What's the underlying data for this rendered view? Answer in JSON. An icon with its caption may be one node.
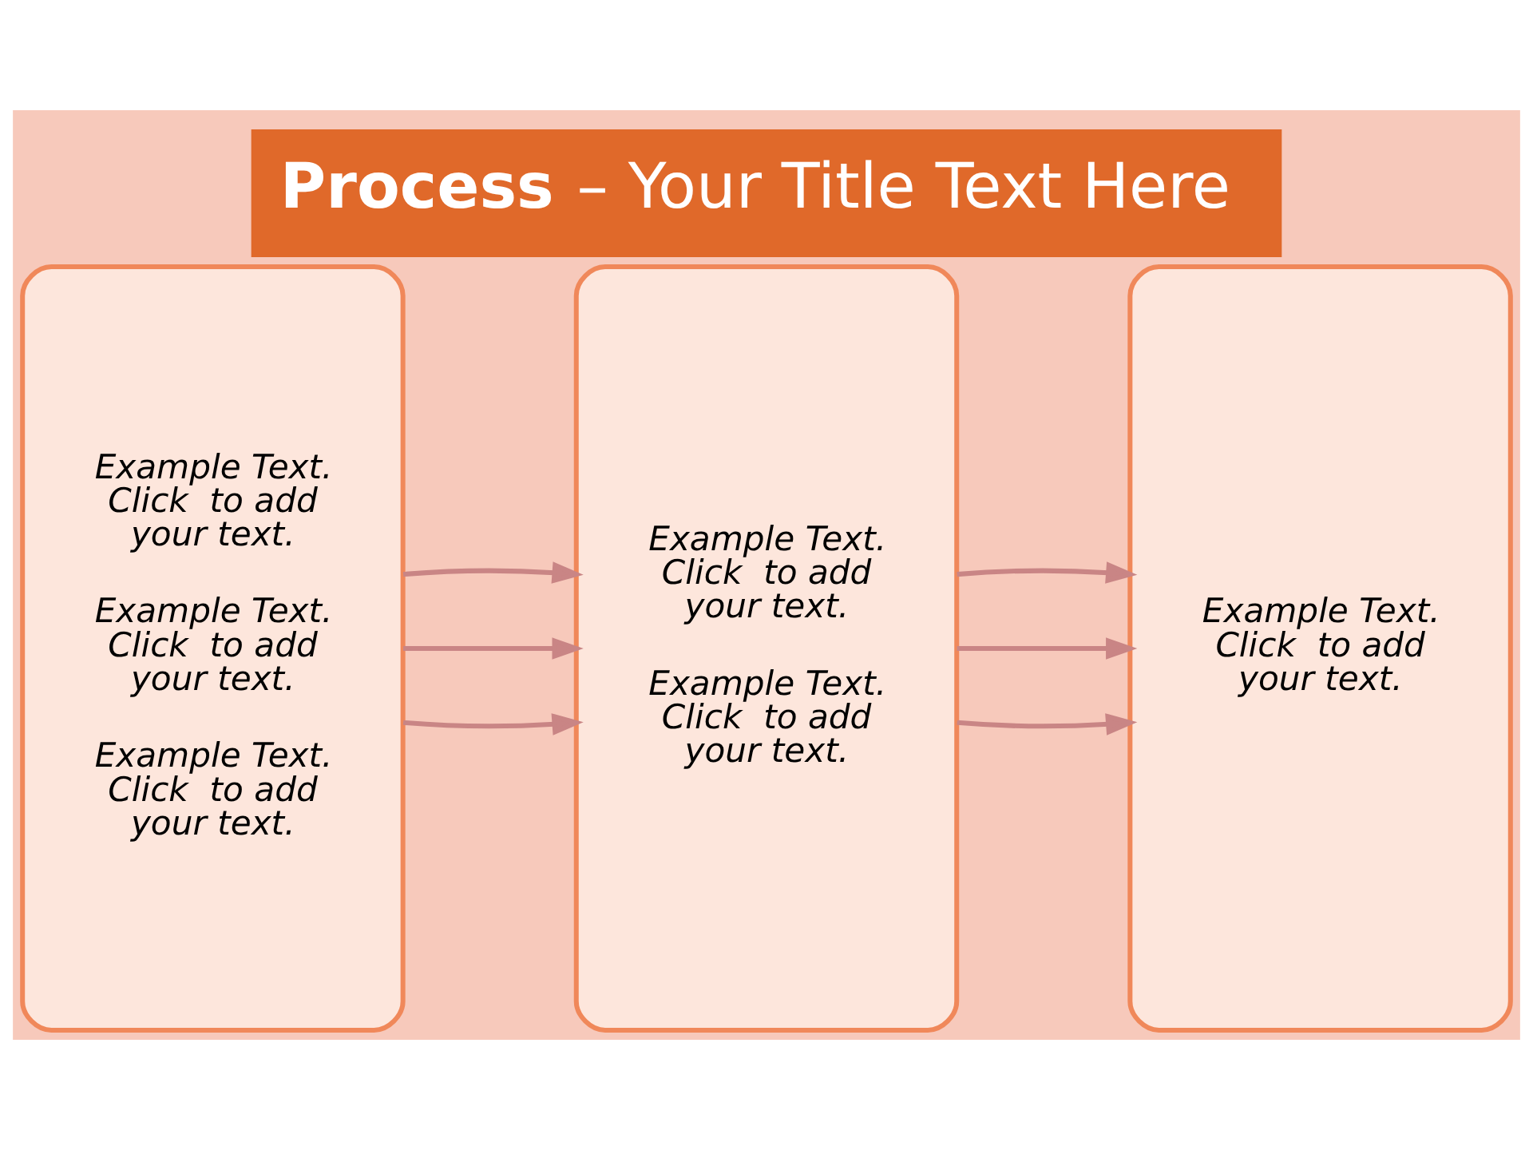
{
  "diagram": {
    "title": "**Process**  – Your Title Text Here",
    "nodes": [
      {
        "text": [
          "Example Text. Click  to add your text.",
          "Example Text. Click  to add your text.",
          "Example Text. Click  to add your text."
        ]
      },
      {
        "text": [
          "Example Text. Click  to add your text.",
          "Example Text. Click  to add your text."
        ]
      },
      {
        "text": [
          "Example Text. Click  to add your text."
        ]
      }
    ],
    "edges": [
      {
        "from": 0,
        "to": 1,
        "arrow": "to"
      },
      {
        "from": 0,
        "to": 1,
        "arrow": "to"
      },
      {
        "from": 0,
        "to": 1,
        "arrow": "to"
      },
      {
        "from": 1,
        "to": 2,
        "arrow": "to"
      },
      {
        "from": 1,
        "to": 2,
        "arrow": "to"
      },
      {
        "from": 1,
        "to": 2,
        "arrow": "to"
      }
    ]
  }
}
